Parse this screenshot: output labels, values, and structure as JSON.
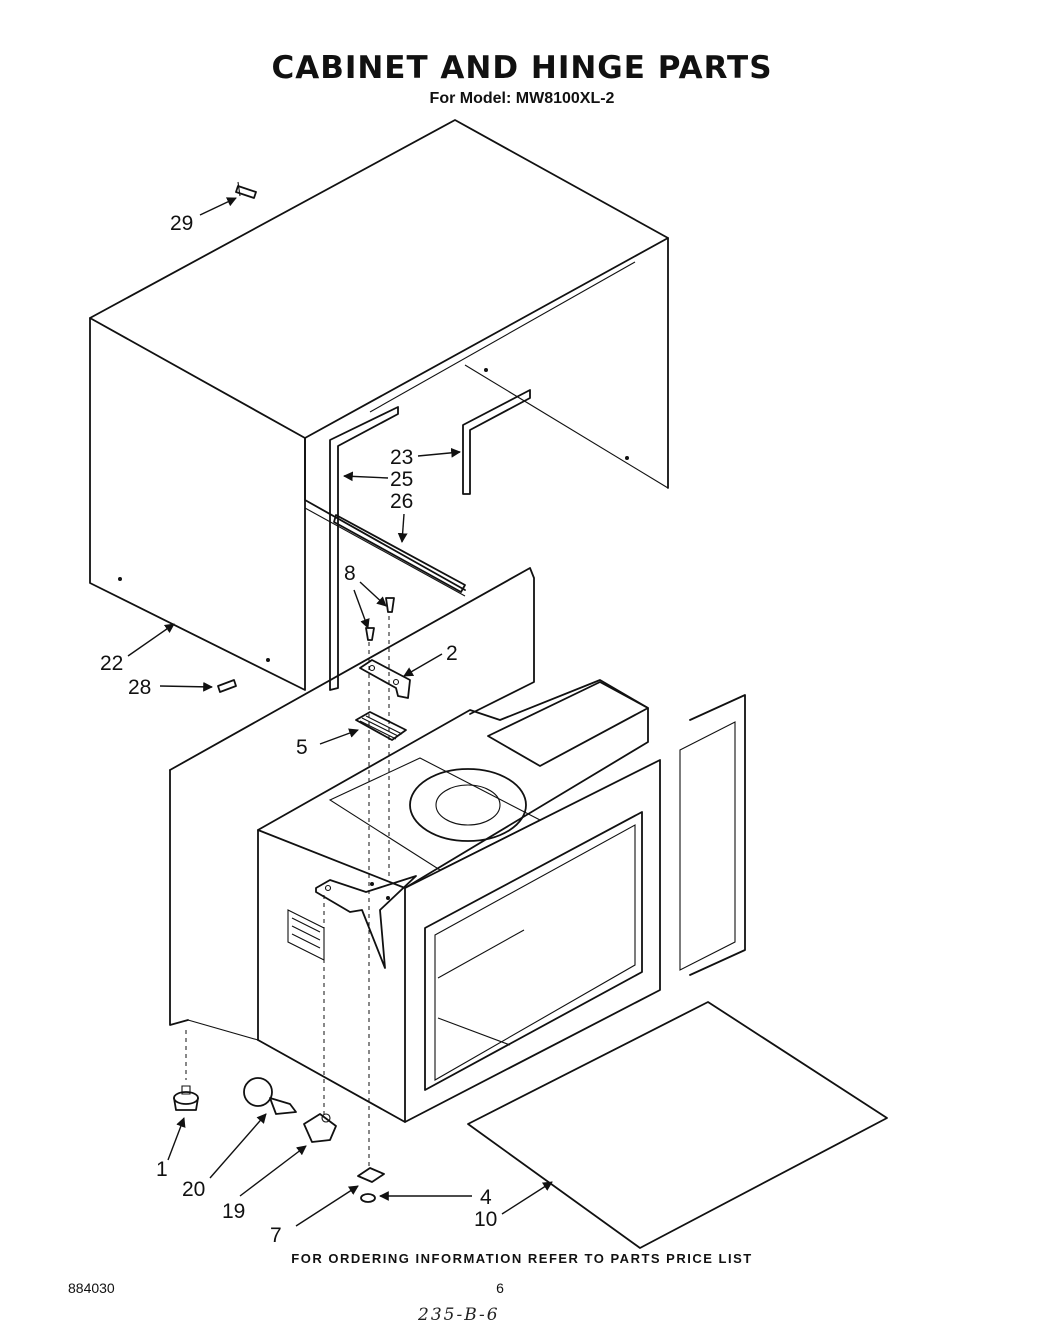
{
  "title": "CABINET AND HINGE PARTS",
  "subtitle": "For Model: MW8100XL-2",
  "footer": "FOR ORDERING INFORMATION REFER TO PARTS PRICE LIST",
  "document_number": "884030",
  "page_number": "6",
  "handwritten_note": "235-B-6",
  "callouts": {
    "c29": "29",
    "c23": "23",
    "c25": "25",
    "c26": "26",
    "c8": "8",
    "c2": "2",
    "c22": "22",
    "c28": "28",
    "c5": "5",
    "c1": "1",
    "c20": "20",
    "c19": "19",
    "c7": "7",
    "c4": "4",
    "c10": "10"
  }
}
